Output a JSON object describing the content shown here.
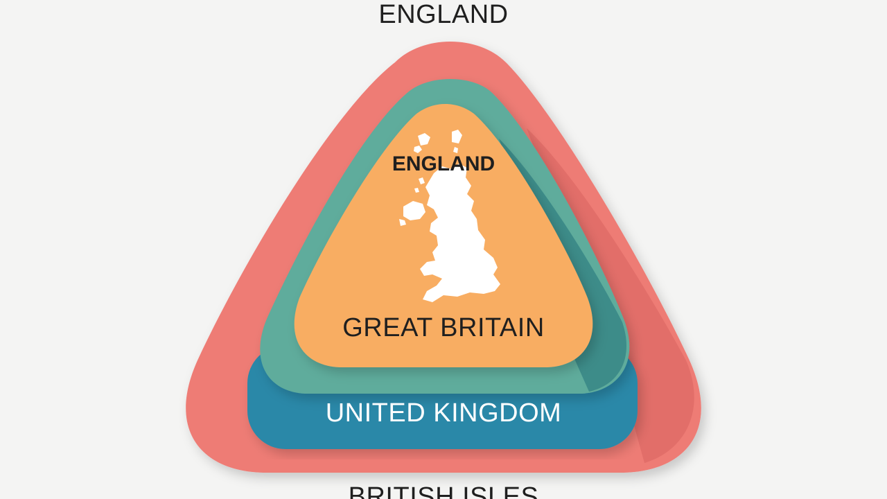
{
  "labels": {
    "top": "ENGLAND",
    "england_inner": "ENGLAND",
    "great_britain": "GREAT BRITAIN",
    "united_kingdom": "UNITED KINGDOM",
    "bottom": "BRITISH ISLES"
  },
  "colors": {
    "background": "#f4f4f3",
    "british_isles": "#ee7b75",
    "united_kingdom": "#2b88a8",
    "teal_layer": "#5fac9c",
    "great_britain": "#f8ad62",
    "map": "#ffffff",
    "text_dark": "#1f1f1f",
    "text_light": "#ffffff"
  },
  "icons": {
    "map": "uk-map-icon"
  }
}
